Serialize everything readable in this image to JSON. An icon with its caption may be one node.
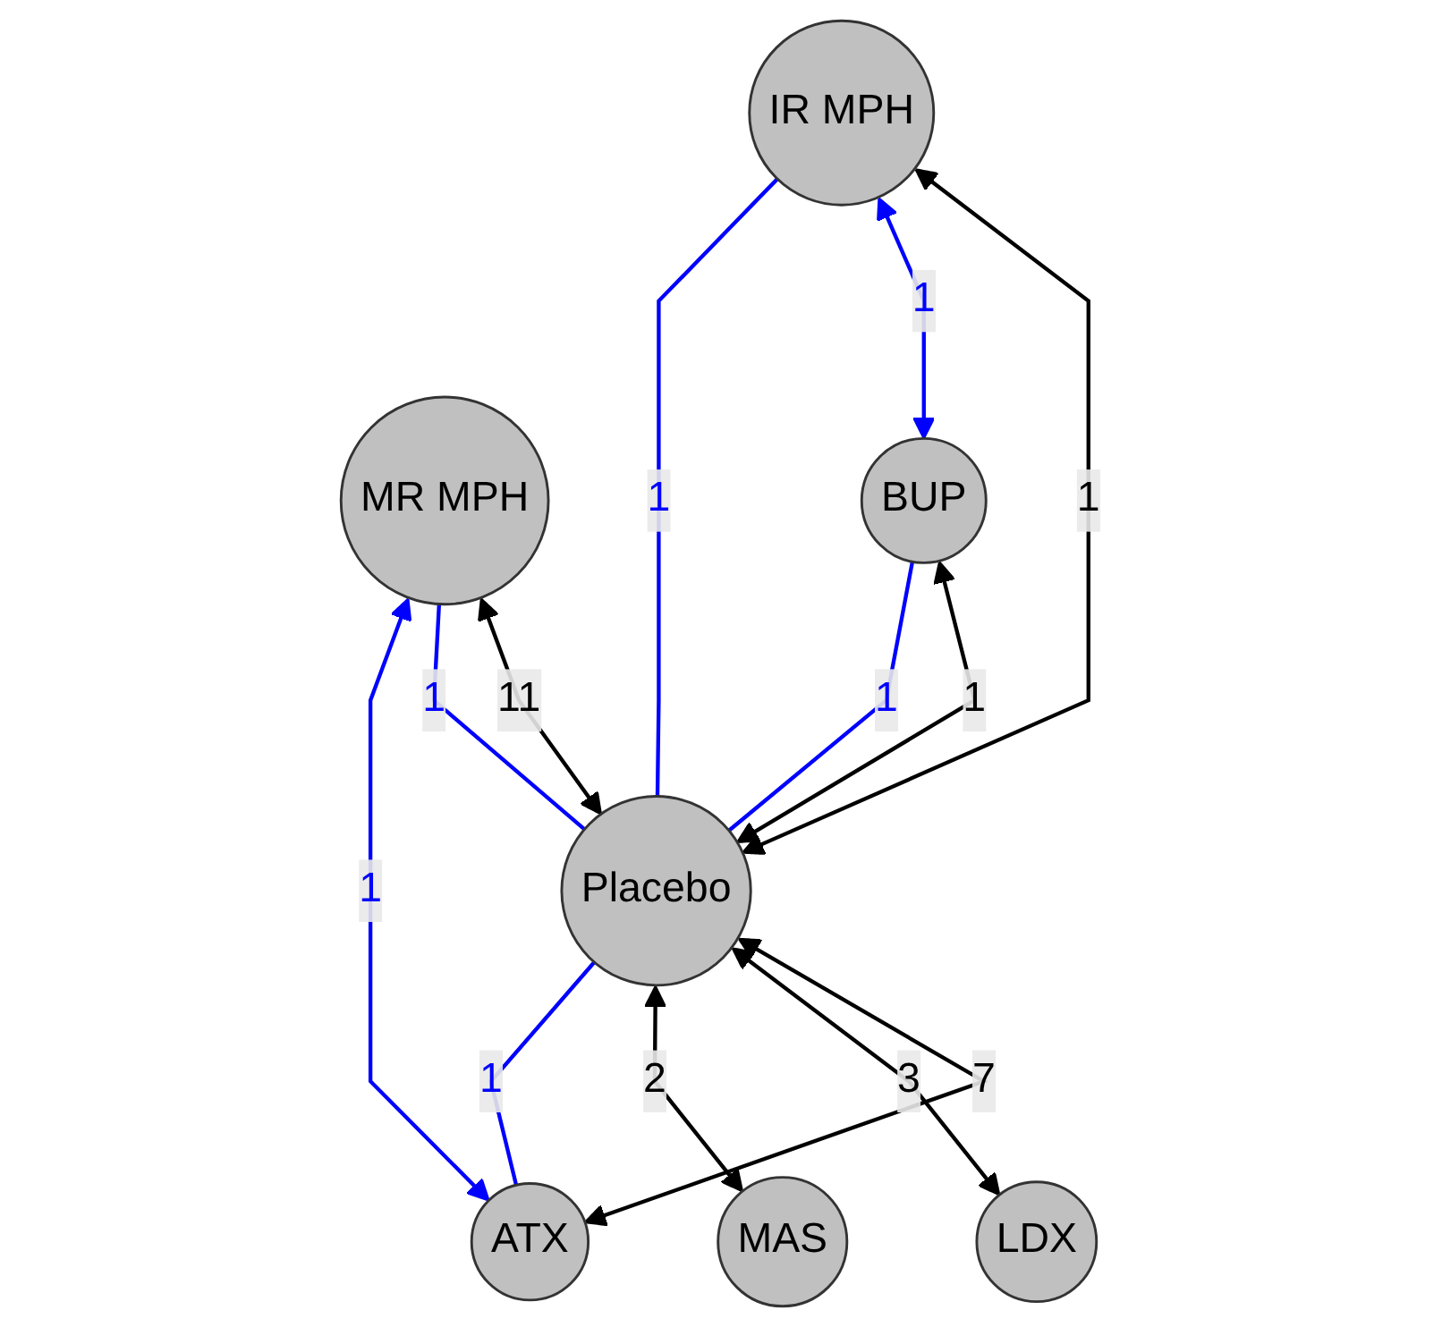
{
  "diagram": {
    "nodes": [
      {
        "text": [
          "IR MPH"
        ]
      },
      {
        "text": [
          "MR MPH"
        ]
      },
      {
        "text": [
          "BUP"
        ]
      },
      {
        "text": [
          "Placebo"
        ]
      },
      {
        "text": [
          "ATX"
        ]
      },
      {
        "text": [
          "LDX"
        ]
      },
      {
        "text": [
          "MAS"
        ]
      }
    ],
    "edges": [
      {
        "from": 0,
        "to": 3,
        "arrow": "both",
        "label": "1"
      },
      {
        "from": 1,
        "to": 3,
        "arrow": "both",
        "label": "11"
      },
      {
        "from": 2,
        "to": 3,
        "arrow": "both",
        "label": "1"
      },
      {
        "from": 3,
        "to": 4,
        "arrow": "both",
        "label": "7"
      },
      {
        "from": 3,
        "to": 5,
        "arrow": "both",
        "label": "3"
      },
      {
        "from": 3,
        "to": 6,
        "arrow": "both",
        "label": "2"
      },
      {
        "from": 0,
        "to": 2,
        "arrow": "both",
        "label": "1",
        "color": "#0000ff"
      },
      {
        "from": 0,
        "to": 3,
        "arrow": "none",
        "label": "1",
        "color": "#0000ff"
      },
      {
        "from": 2,
        "to": 3,
        "arrow": "none",
        "label": "1",
        "color": "#0000ff"
      },
      {
        "from": 1,
        "to": 3,
        "arrow": "none",
        "label": "1",
        "color": "#0000ff"
      },
      {
        "from": 4,
        "to": 3,
        "arrow": "none",
        "label": "1",
        "color": "#0000ff"
      },
      {
        "from": 1,
        "to": 4,
        "arrow": "both",
        "label": "1",
        "color": "#0000ff"
      }
    ]
  }
}
